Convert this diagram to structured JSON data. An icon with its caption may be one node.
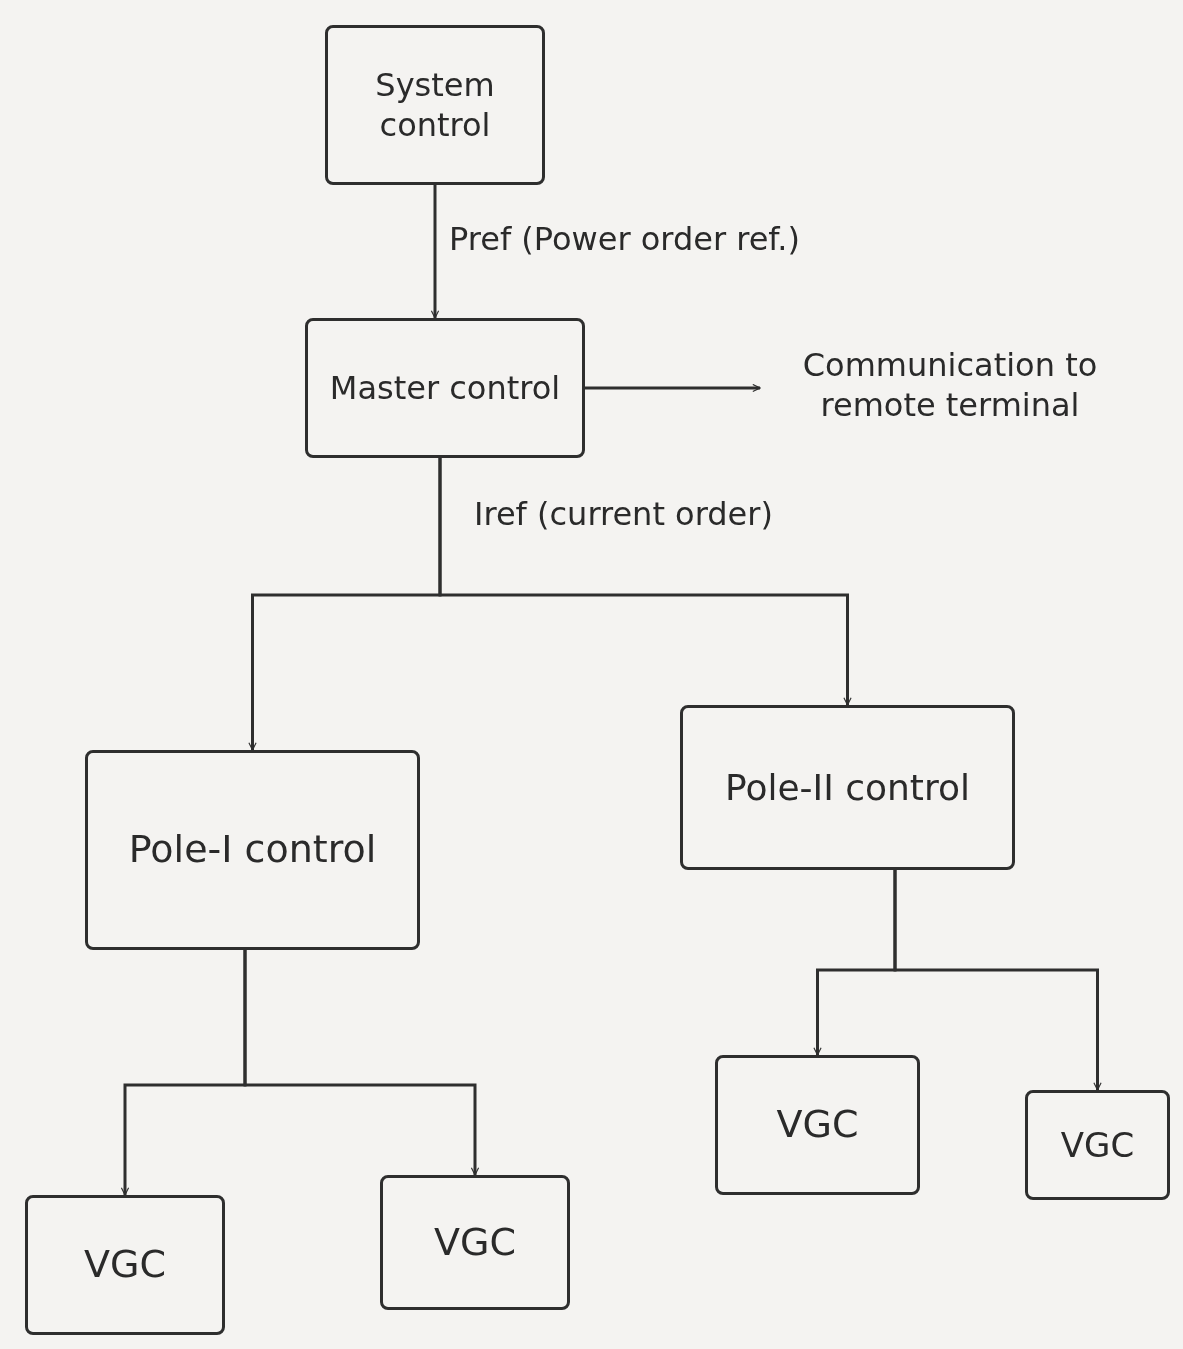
{
  "diagram": {
    "nodes": [
      {
        "text": [
          "System control"
        ]
      },
      {
        "text": [
          "Master control"
        ]
      },
      {
        "text": [
          "Communication to remote terminal"
        ]
      },
      {
        "text": [
          "Pole-I control"
        ]
      },
      {
        "text": [
          "Pole-II control"
        ]
      },
      {
        "text": [
          "VGC"
        ]
      },
      {
        "text": [
          "VGC"
        ]
      },
      {
        "text": [
          "VGC"
        ]
      },
      {
        "text": [
          "VGC"
        ]
      }
    ],
    "edges": [
      {
        "from": 0,
        "to": 1,
        "arrow": "to",
        "label": "Pref (Power order ref.)"
      },
      {
        "from": 1,
        "to": 2,
        "arrow": "to"
      },
      {
        "from": 1,
        "to": 3,
        "arrow": "to",
        "label": "Iref (current order)"
      },
      {
        "from": 1,
        "to": 4,
        "arrow": "to"
      },
      {
        "from": 3,
        "to": 5,
        "arrow": "to"
      },
      {
        "from": 3,
        "to": 6,
        "arrow": "to"
      },
      {
        "from": 4,
        "to": 7,
        "arrow": "to"
      },
      {
        "from": 4,
        "to": 8,
        "arrow": "to"
      }
    ]
  }
}
